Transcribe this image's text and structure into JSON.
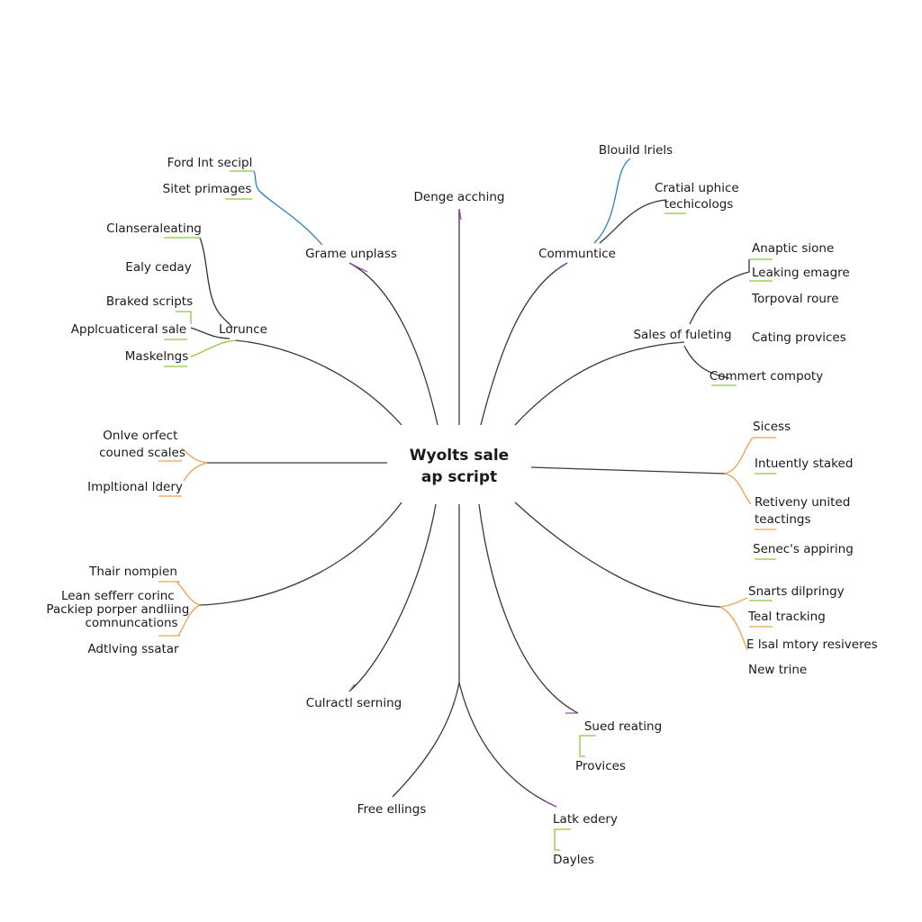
{
  "center": {
    "line1": "Wyolts sale",
    "line2": "ap script"
  },
  "colors": {
    "edge": "#3a3a3a",
    "green": "#8cc63f",
    "orange": "#f0a04b",
    "blue": "#2d7fbf",
    "purple": "#8e44ad"
  },
  "branches": [
    {
      "id": "grame",
      "label": "Grame unplass",
      "leaves": [
        "Ford Int secipl",
        "Sitet primages"
      ]
    },
    {
      "id": "denge",
      "label": "Denge acching",
      "leaves": []
    },
    {
      "id": "communtice",
      "label": "Communtice",
      "leaves": [
        "Blouild lriels",
        "Cratial uphice techicologs"
      ]
    },
    {
      "id": "lorunce",
      "label": "Lorunce",
      "leaves": [
        "Clanseraleating",
        "Ealy ceday",
        "Braked scripts",
        "Applcuaticeral sale",
        "Maskelngs"
      ]
    },
    {
      "id": "sales",
      "label": "Sales of fuleting",
      "leaves": [
        "Anaptic sione",
        "Leaking emagre",
        "Torpoval roure",
        "Cating provices",
        "Commert compoty"
      ]
    },
    {
      "id": "onlve",
      "label": "",
      "leaves": [
        "Onlve orfect couned scales",
        "Impltional ldery"
      ]
    },
    {
      "id": "sicess",
      "label": "",
      "leaves": [
        "Sicess",
        "Intuently staked",
        "Retiveny united teactings",
        "Senec's appiring"
      ]
    },
    {
      "id": "thair",
      "label": "",
      "leaves": [
        "Thair nompien",
        "Lean sefferr corinc Packiep porper andliing comnuncations",
        "Adtlving ssatar"
      ]
    },
    {
      "id": "snarts",
      "label": "",
      "leaves": [
        "Snarts dilpringy",
        "Teal tracking",
        "E lsal mtory resiveres",
        "New trine"
      ]
    },
    {
      "id": "culract",
      "label": "Culractl serning",
      "leaves": []
    },
    {
      "id": "sued",
      "label": "Sued reating",
      "leaves": [
        "Provices"
      ]
    },
    {
      "id": "free",
      "label": "Free ellings",
      "leaves": []
    },
    {
      "id": "latk",
      "label": "Latk edery",
      "leaves": [
        "Dayles"
      ]
    }
  ]
}
